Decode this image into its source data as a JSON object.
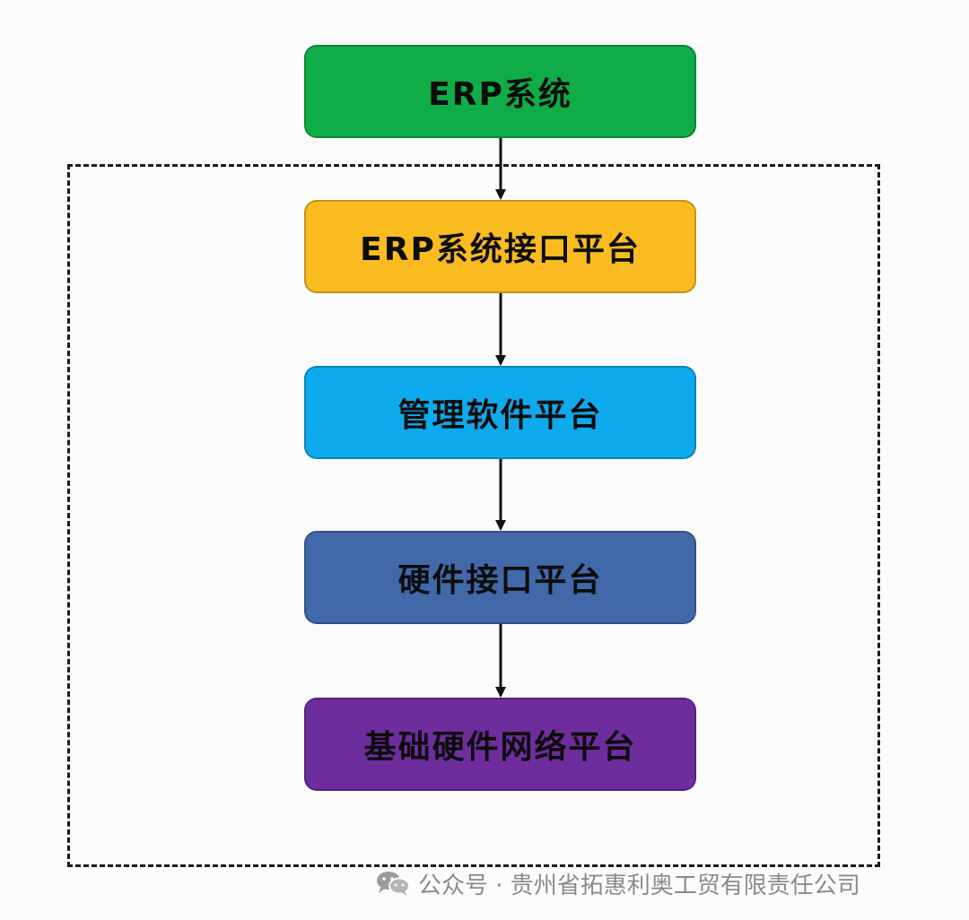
{
  "diagram": {
    "nodes": [
      {
        "label": "ERP系统",
        "color": "#10ac48"
      },
      {
        "label": "ERP系统接口平台",
        "color": "#f9bb20"
      },
      {
        "label": "管理软件平台",
        "color": "#0eaaee"
      },
      {
        "label": "硬件接口平台",
        "color": "#4169aa"
      },
      {
        "label": "基础硬件网络平台",
        "color": "#6e2d9d"
      }
    ],
    "edges": [
      {
        "from": 0,
        "to": 1
      },
      {
        "from": 1,
        "to": 2
      },
      {
        "from": 2,
        "to": 3
      },
      {
        "from": 3,
        "to": 4
      }
    ]
  },
  "watermark": {
    "text": "公众号 · 贵州省拓惠利奥工贸有限责任公司",
    "icon": "wechat-icon"
  }
}
